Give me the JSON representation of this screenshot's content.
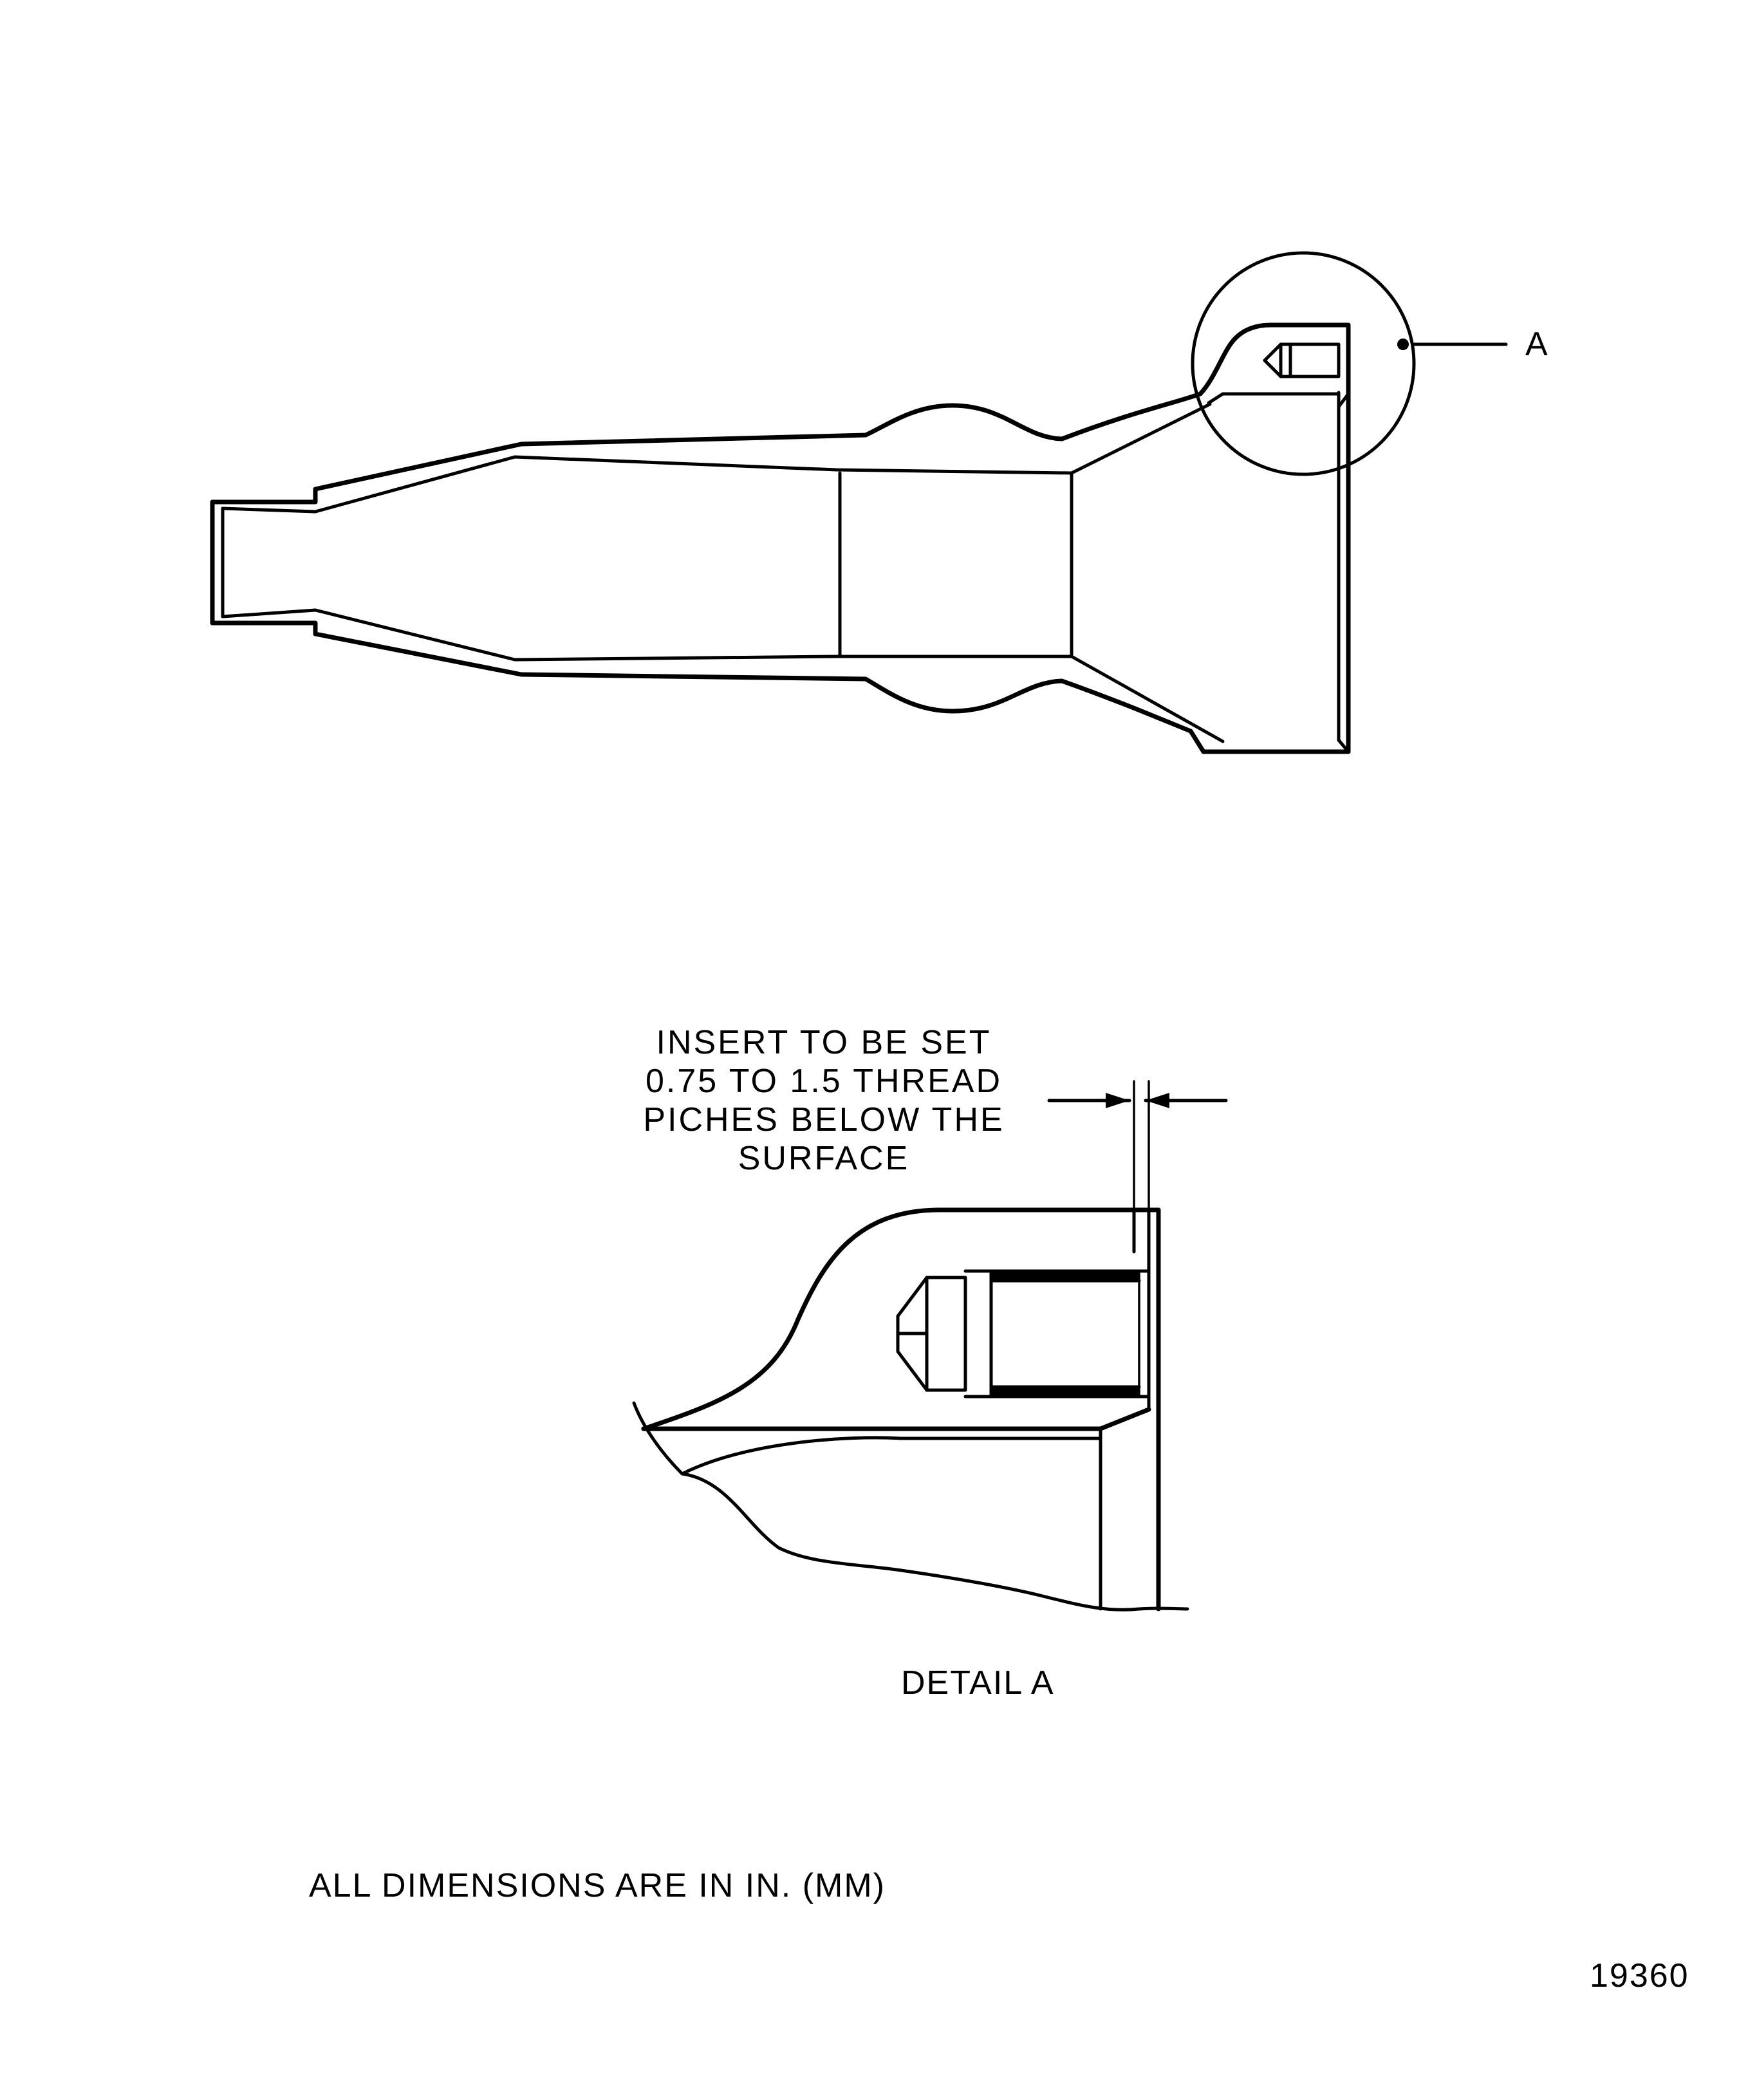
{
  "callout": {
    "letter": "A"
  },
  "detail": {
    "note_lines": [
      "INSERT TO BE SET",
      "0.75 TO 1.5 THREAD",
      "PICHES BELOW THE",
      "SURFACE"
    ],
    "title": "DETAIL A"
  },
  "footer": {
    "units_note": "ALL DIMENSIONS ARE IN IN. (MM)",
    "figure_number": "19360"
  }
}
